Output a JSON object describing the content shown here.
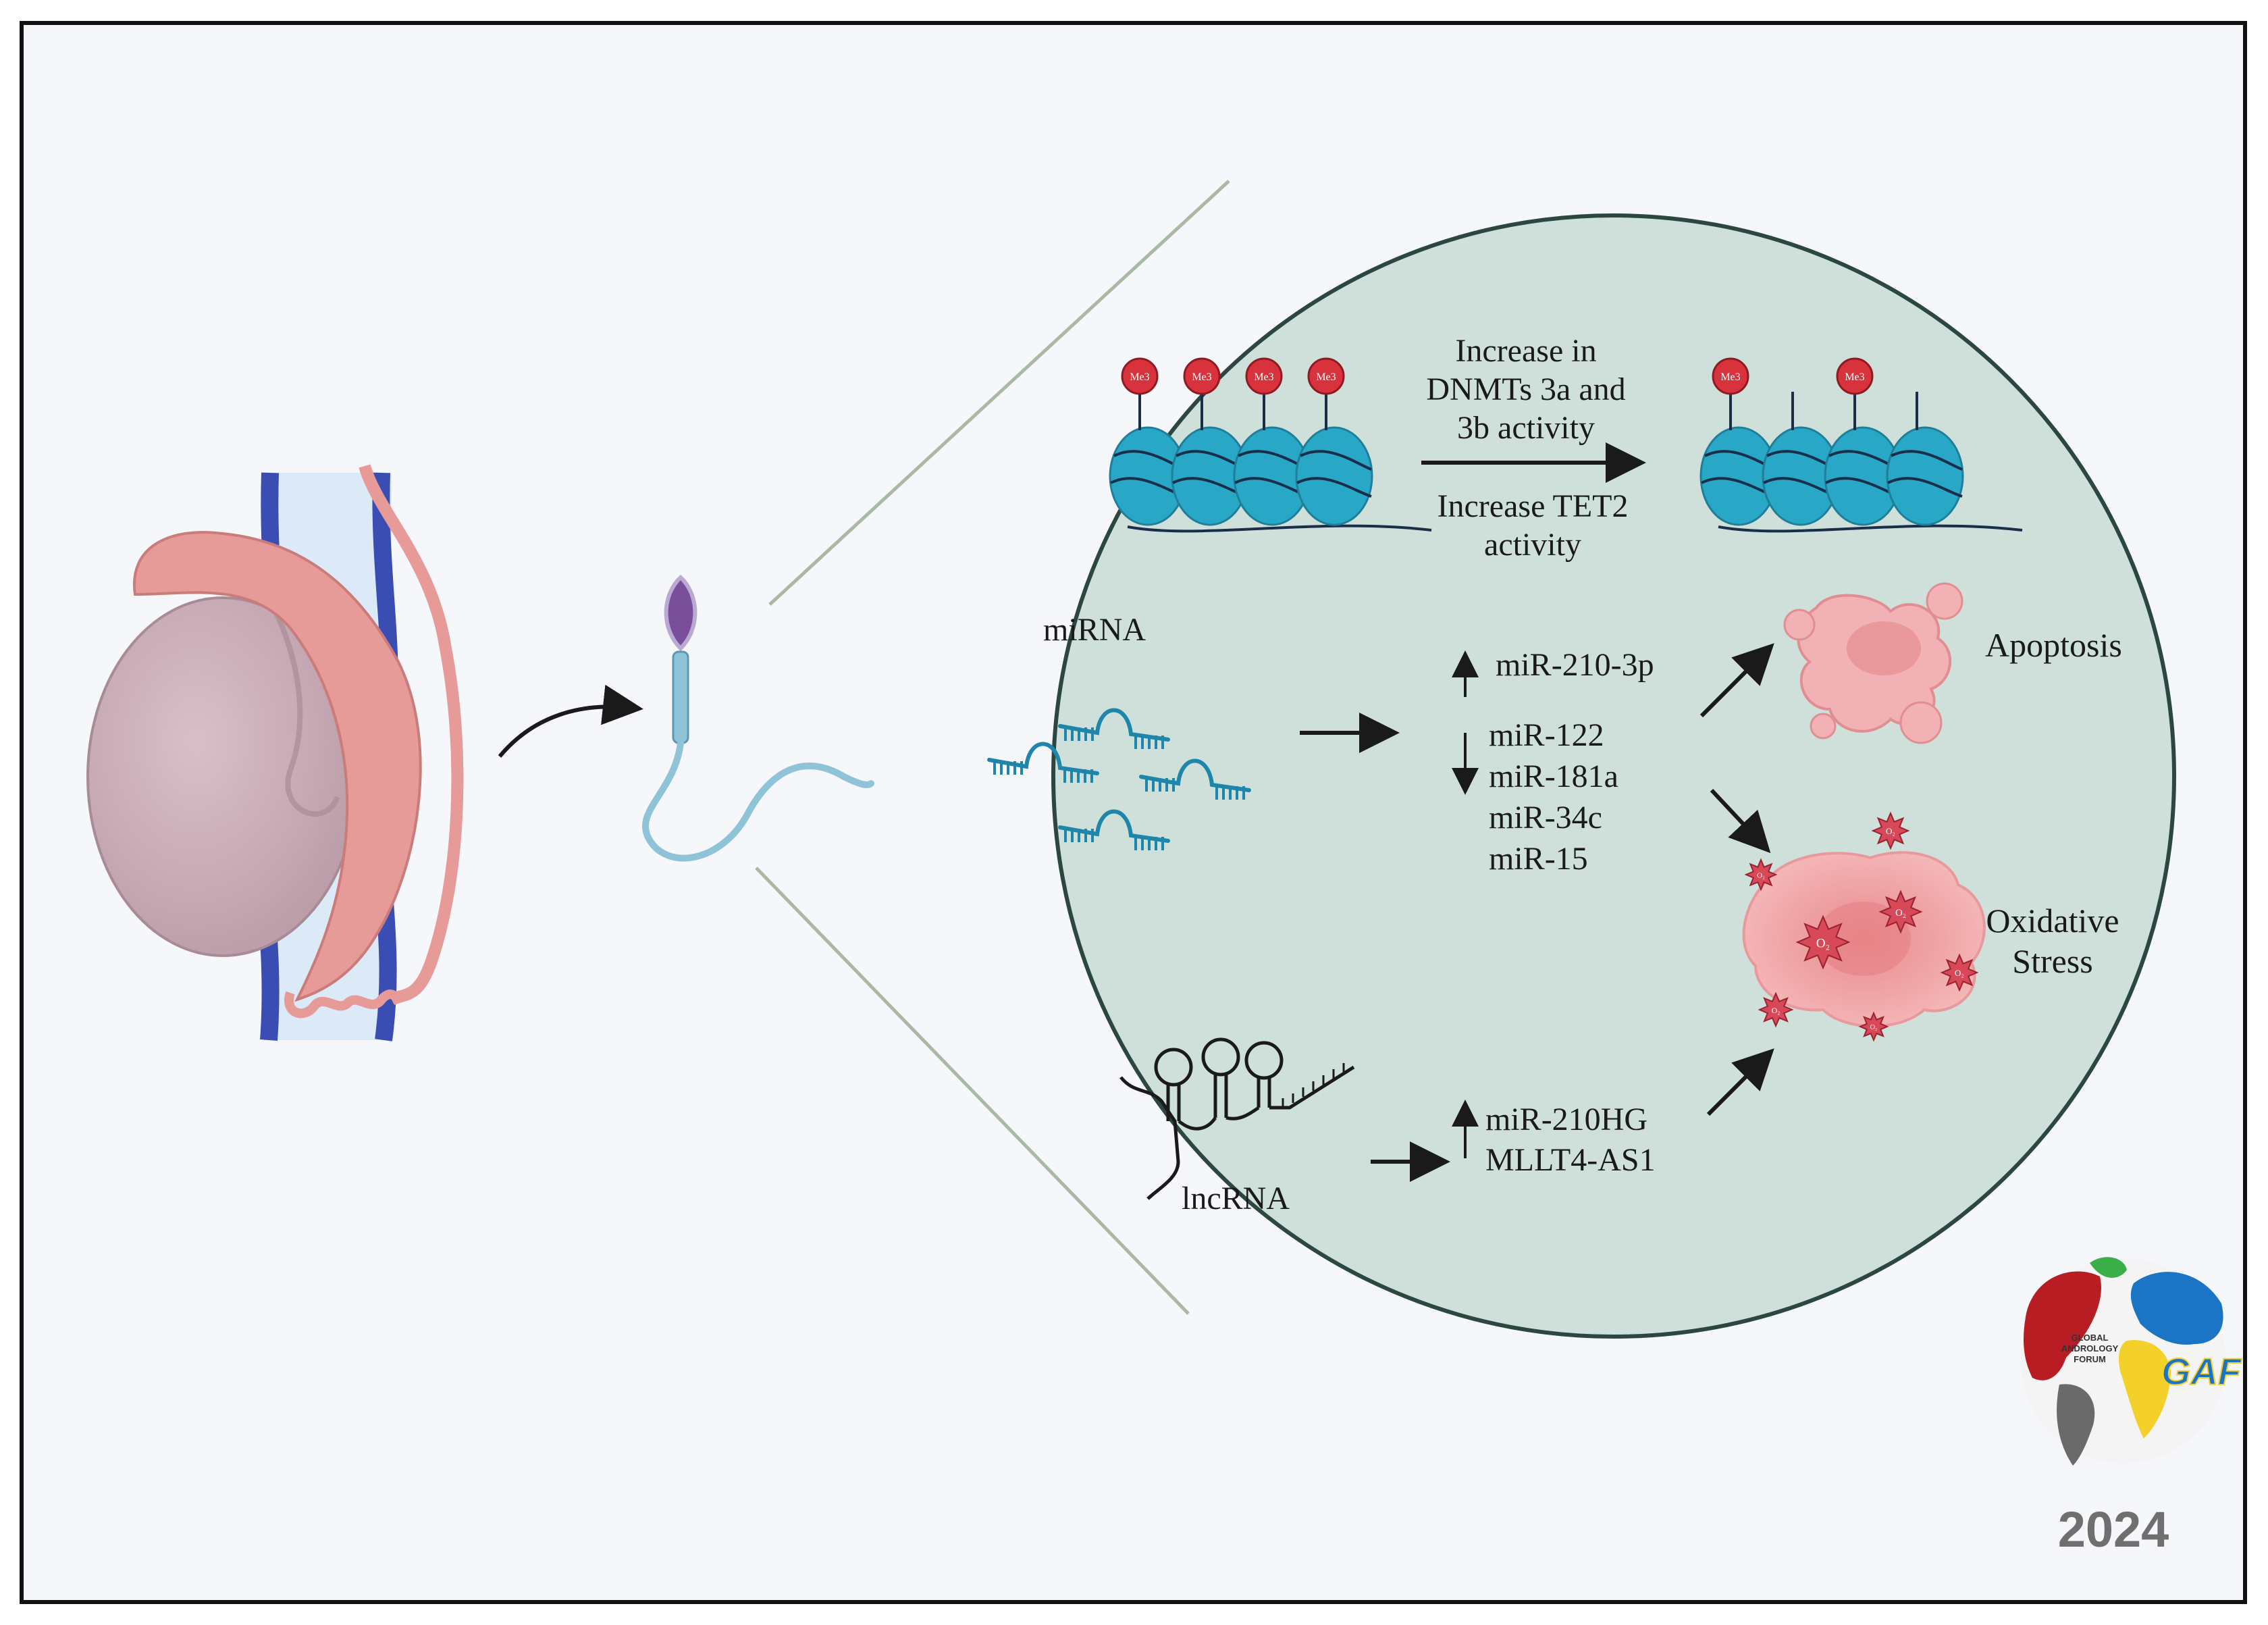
{
  "methylation": {
    "dnmt_label_line1": "Increase in",
    "dnmt_label_line2": "DNMTs 3a and",
    "dnmt_label_line3": "3b activity",
    "tet_label_line1": "Increase TET2",
    "tet_label_line2": "activity",
    "methyl_tag": "Me3"
  },
  "mirna": {
    "title": "miRNA",
    "up": [
      "miR-210-3p"
    ],
    "down": [
      "miR-122",
      "miR-181a",
      "miR-34c",
      "miR-15"
    ]
  },
  "lncrna": {
    "title": "lncRNA",
    "up": [
      "miR-210HG",
      "MLLT4-AS1"
    ]
  },
  "outcomes": {
    "apoptosis": "Apoptosis",
    "oxidative_line1": "Oxidative",
    "oxidative_line2": "Stress",
    "ros_tag": "O₂"
  },
  "logo": {
    "line1": "GLOBAL",
    "line2": "ANDROLOGY",
    "line3": "FORUM",
    "abbr": "GAF",
    "year": "2024"
  },
  "colors": {
    "background": "#f5f7fb",
    "circle_fill": "#cfe0db",
    "circle_stroke": "#2c4741",
    "nucleosome": "#29a7c6",
    "methyl": "#d8323c",
    "vein": "#3a4db3",
    "epididymis": "#e69b98",
    "testis": "#c9a8b2",
    "rna": "#1e86aa",
    "apoptosis_cell": "#f1b1b5",
    "ros": "#d74858"
  }
}
